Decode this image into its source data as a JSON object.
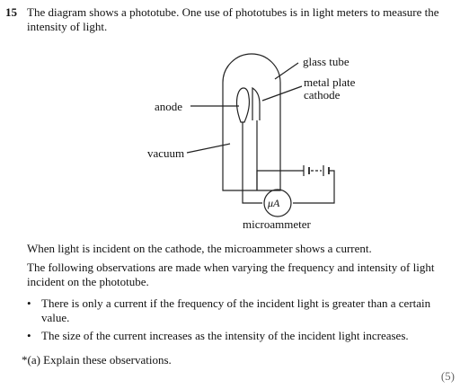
{
  "question": {
    "number": "15",
    "intro": "The diagram shows a phototube. One use of phototubes is in light meters to measure the intensity of light."
  },
  "diagram": {
    "labels": {
      "glass_tube": "glass tube",
      "metal_plate_line1": "metal plate",
      "metal_plate_line2": "cathode",
      "anode": "anode",
      "vacuum": "vacuum",
      "microammeter": "microammeter",
      "meter_symbol": "μA"
    }
  },
  "body": {
    "p1": "When light is incident on the cathode, the microammeter shows a current.",
    "p2": "The following observations are made when varying the frequency and intensity of light incident on the phototube.",
    "bullet_char": "•",
    "bullets": [
      "There is only a current if the frequency of the incident light is greater than a certain value.",
      "The size of the current increases as the intensity of the incident light increases."
    ]
  },
  "part_a": {
    "label": "*(a) Explain these observations.",
    "marks": "(5)"
  }
}
